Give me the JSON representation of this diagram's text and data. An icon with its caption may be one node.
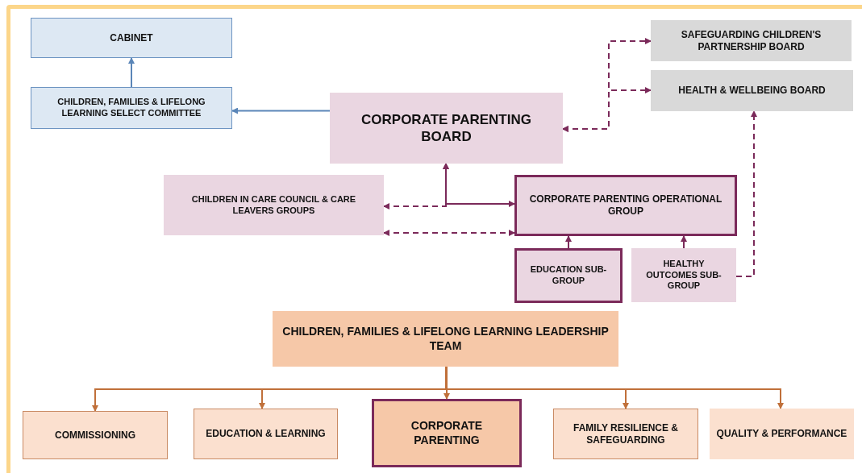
{
  "diagram": {
    "nodes": [
      {
        "text": [
          "CABINET"
        ]
      },
      {
        "text": [
          "CHILDREN, FAMILIES & LIFELONG LEARNING SELECT COMMITTEE"
        ]
      },
      {
        "text": [
          "CORPORATE PARENTING BOARD"
        ]
      },
      {
        "text": [
          "SAFEGUARDING CHILDREN'S PARTNERSHIP BOARD"
        ]
      },
      {
        "text": [
          "HEALTH & WELLBEING BOARD"
        ]
      },
      {
        "text": [
          "CHILDREN IN CARE COUNCIL & CARE LEAVERS GROUPS"
        ]
      },
      {
        "text": [
          "CORPORATE PARENTING OPERATIONAL GROUP"
        ]
      },
      {
        "text": [
          "EDUCATION SUB-GROUP"
        ]
      },
      {
        "text": [
          "HEALTHY OUTCOMES SUB-GROUP"
        ]
      },
      {
        "text": [
          "CHILDREN, FAMILIES & LIFELONG LEARNING LEADERSHIP TEAM"
        ]
      },
      {
        "text": [
          "COMMISSIONING"
        ]
      },
      {
        "text": [
          "EDUCATION & LEARNING"
        ]
      },
      {
        "text": [
          "CORPORATE PARENTING"
        ]
      },
      {
        "text": [
          "FAMILY RESILIENCE & SAFEGUARDING"
        ]
      },
      {
        "text": [
          "QUALITY & PERFORMANCE"
        ]
      }
    ],
    "edges": [
      {
        "from": 1,
        "to": 0,
        "arrow": "to",
        "color": "#5b86b8"
      },
      {
        "from": 2,
        "to": 1,
        "arrow": "to",
        "color": "#5b86b8"
      },
      {
        "from": 2,
        "to": 3,
        "arrow": "both",
        "style": "dashed"
      },
      {
        "from": 2,
        "to": 4,
        "arrow": "both",
        "style": "dashed"
      },
      {
        "from": 5,
        "to": 2,
        "arrow": "both",
        "style": "dashed"
      },
      {
        "from": 2,
        "to": 6,
        "arrow": "both"
      },
      {
        "from": 5,
        "to": 6,
        "arrow": "both",
        "style": "dashed"
      },
      {
        "from": 7,
        "to": 6,
        "arrow": "to"
      },
      {
        "from": 8,
        "to": 6,
        "arrow": "to"
      },
      {
        "from": 8,
        "to": 4,
        "arrow": "to",
        "style": "dashed"
      },
      {
        "from": 9,
        "to": 10,
        "arrow": "to",
        "color": "#c0703a"
      },
      {
        "from": 9,
        "to": 11,
        "arrow": "to",
        "color": "#c0703a"
      },
      {
        "from": 9,
        "to": 12,
        "arrow": "to",
        "color": "#c0703a"
      },
      {
        "from": 9,
        "to": 13,
        "arrow": "to",
        "color": "#c0703a"
      },
      {
        "from": 9,
        "to": 14,
        "arrow": "to",
        "color": "#c0703a"
      }
    ]
  }
}
